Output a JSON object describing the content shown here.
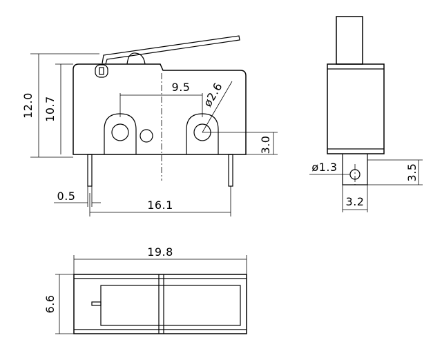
{
  "dimensions": {
    "height_total": "12.0",
    "height_body": "10.7",
    "terminal_pitch": "9.5",
    "hole_diameter": "ø2.6",
    "hole_height": "3.0",
    "terminal_thickness": "0.5",
    "terminal_span": "16.1",
    "terminal_hole_diameter": "ø1.3",
    "terminal_length": "3.5",
    "terminal_width": "3.2",
    "body_length": "19.8",
    "body_width": "6.6"
  }
}
